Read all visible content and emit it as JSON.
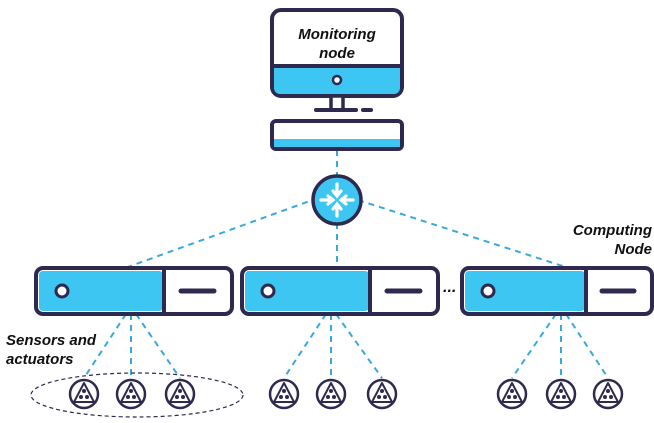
{
  "monitor": {
    "label_line1": "Monitoring",
    "label_line2": "node",
    "icon": "monitor-icon"
  },
  "router": {
    "icon": "router-icon"
  },
  "computing_node": {
    "label_line1": "Computing",
    "label_line2": "Node",
    "icon": "server-icon"
  },
  "ellipsis": "...",
  "sensors": {
    "label_line1": "Sensors and",
    "label_line2": "actuators",
    "icon": "sensor-icon"
  },
  "colors": {
    "outline": "#2e2a4f",
    "fill": "#3ec6f2",
    "panel": "#ffffff",
    "link": "#39a9dc",
    "text": "#111111"
  }
}
